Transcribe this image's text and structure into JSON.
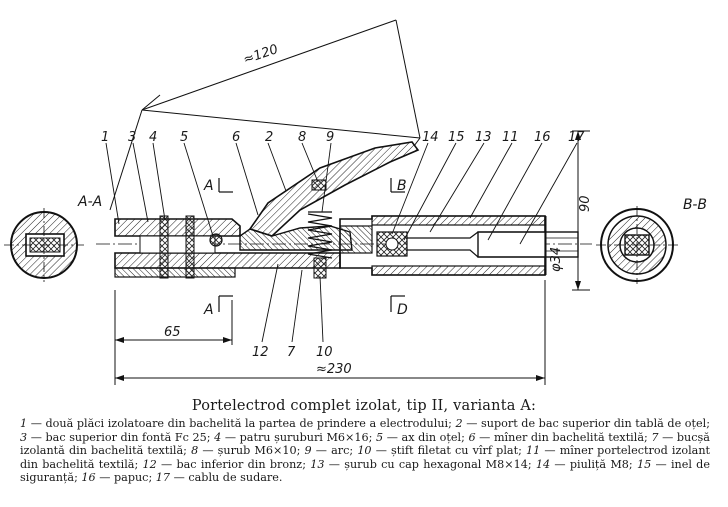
{
  "section_labels": {
    "aa": "A-A",
    "bb": "B-B",
    "a": "A",
    "b": "B",
    "d": "D"
  },
  "dimensions": {
    "d120": "≈120",
    "d90": "90",
    "d34": "φ34",
    "d65": "65",
    "d230": "≈230"
  },
  "part_numbers": [
    "1",
    "2",
    "3",
    "4",
    "5",
    "6",
    "7",
    "8",
    "9",
    "10",
    "11",
    "12",
    "13",
    "14",
    "15",
    "16",
    "17"
  ],
  "caption": {
    "title": "Portelectrod complet izolat, tip II, varianta A:",
    "items": [
      {
        "num": "1",
        "text": "două plăci izolatoare din bachelită la partea de prindere a electrodului;"
      },
      {
        "num": "2",
        "text": "suport de bac superior din tablă de oțel;"
      },
      {
        "num": "3",
        "text": "bac superior din fontă Fc 25;"
      },
      {
        "num": "4",
        "text": "patru șuruburi M6×16;"
      },
      {
        "num": "5",
        "text": "ax din oțel;"
      },
      {
        "num": "6",
        "text": "mîner din bachelită textilă;"
      },
      {
        "num": "7",
        "text": "bucșă izolantă din bachelită textilă;"
      },
      {
        "num": "8",
        "text": "șurub M6×10;"
      },
      {
        "num": "9",
        "text": "arc;"
      },
      {
        "num": "10",
        "text": "știft filetat cu vîrf plat;"
      },
      {
        "num": "11",
        "text": "mîner portelectrod izolant din bachelită textilă;"
      },
      {
        "num": "12",
        "text": "bac inferior din bronz;"
      },
      {
        "num": "13",
        "text": "șurub cu cap hexagonal M8×14;"
      },
      {
        "num": "14",
        "text": "piuliță M8;"
      },
      {
        "num": "15",
        "text": "inel de siguranță;"
      },
      {
        "num": "16",
        "text": "papuc;"
      },
      {
        "num": "17",
        "text": "cablu de sudare."
      }
    ]
  }
}
